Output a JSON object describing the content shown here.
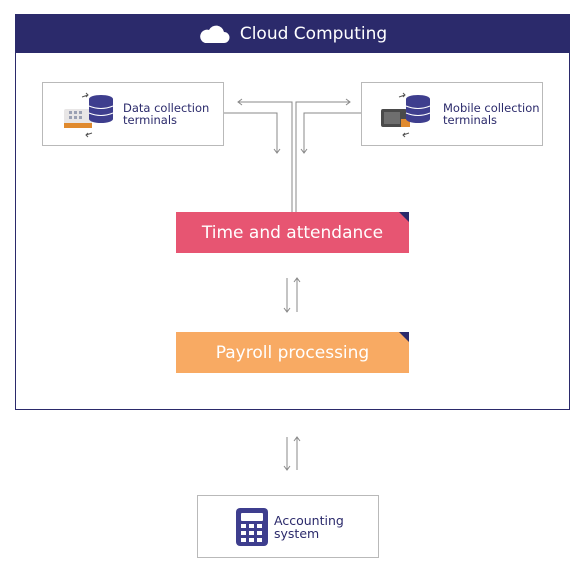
{
  "cloud": {
    "title": "Cloud Computing",
    "icon": "cloud-icon",
    "header_color": "#2b2a6b"
  },
  "terminals": {
    "data": {
      "line1": "Data collection",
      "line2": "terminals",
      "icon": "terminal-database-icon"
    },
    "mobile": {
      "line1": "Mobile collection",
      "line2": "terminals",
      "icon": "mobile-database-icon"
    }
  },
  "time_attendance": {
    "label": "Time and attendance",
    "color": "#e75572"
  },
  "payroll": {
    "label": "Payroll processing",
    "color": "#f8aa63"
  },
  "accounting": {
    "line1": "Accounting",
    "line2": "system",
    "icon": "calculator-icon"
  }
}
